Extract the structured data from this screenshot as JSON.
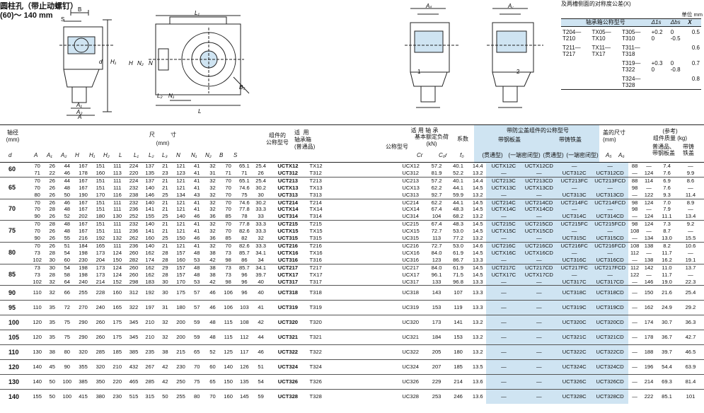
{
  "title": {
    "line1": "圆柱孔（带止动螺钉）",
    "line2": "(60)～ 140 mm"
  },
  "spec": {
    "title": "及两槽侧面的对称度公差(X)",
    "unit_label": "单位  mm",
    "col_model": "轴承箱公称型号",
    "col_as": "Δ1s",
    "col_bs": "Δbs",
    "col_x": "X",
    "rows": [
      {
        "a": "T204—\nT210",
        "b": "TX05—\nTX10",
        "c": "T305—\nT310",
        "as": "+0.2\n0",
        "bs": "0\n-0.5",
        "x": "0.5"
      },
      {
        "a": "T211—\nT217",
        "b": "TX11—\nTX17",
        "c": "T311—\nT318",
        "as": "",
        "bs": "",
        "x": "0.6"
      },
      {
        "a": "",
        "b": "",
        "c": "T319—\nT322",
        "as": "+0.3\n0",
        "bs": "0\n-0.8",
        "x": "0.7"
      },
      {
        "a": "",
        "b": "",
        "c": "T324—\nT328",
        "as": "",
        "bs": "",
        "x": "0.8"
      }
    ]
  },
  "diagram_labels": {
    "S": "S",
    "B": "B",
    "d": "d",
    "H1": "H₁",
    "A1": "A₁",
    "A2": "A₂",
    "A": "A",
    "L1": "L₁",
    "H": "H",
    "N2": "N₂",
    "N": "N",
    "L2": "L₂",
    "N1": "N₁",
    "L": "L",
    "B5": "B₅",
    "AS": "Aₛ",
    "AC": "A꜀",
    "l1": "1",
    "l2": "2"
  },
  "header": {
    "shaft_dia": "轴径\n(mm)",
    "d": "d",
    "dims": "尺          寸\n(mm)",
    "cols": [
      "A",
      "A₁",
      "A₂",
      "H",
      "H₁",
      "H₂",
      "L",
      "L₁",
      "L₂",
      "L₃",
      "N",
      "N₁",
      "N₂",
      "B",
      "S"
    ],
    "unit_model": "组件的\n公称型号",
    "housing": "适  用\n轴承箱\n(普通品)",
    "bearing_title": "适  用  轴  承",
    "bearing_model": "公称型号",
    "load_title": "基本额定负荷\n(kN)",
    "cr": "Cr",
    "cor": "C₀r",
    "f0_title": "系数",
    "f0": "f₀",
    "cover_title": "带防尘盖组件的公称型号",
    "steel": "带钢板盖",
    "cast": "带铸铁盖",
    "through": "(贯通型)",
    "closed": "(一端密闭型)",
    "cover_dims": "盖的尺寸\n(mm)",
    "a5": "A₅",
    "a6": "A₆",
    "mass_title": "(参考)\n组件质量 (kg)",
    "normal": "普通品、\n带钢板盖",
    "castcover": "带铸\n铁盖"
  },
  "groups": [
    {
      "d": "60",
      "rows": [
        [
          "70",
          "26",
          "44",
          "167",
          "151",
          "111",
          "224",
          "137",
          "21",
          "121",
          "41",
          "32",
          "70",
          "65.1",
          "25.4",
          "UCTX12",
          "TX12",
          "UCX12",
          "57.2",
          "40.1",
          "14.4",
          "UCTX12C",
          "UCTX12CD",
          "—",
          "—",
          "88",
          "—",
          "7.4",
          "—"
        ],
        [
          "71",
          "22",
          "46",
          "178",
          "160",
          "113",
          "220",
          "135",
          "23",
          "123",
          "41",
          "31",
          "71",
          "71",
          "26",
          "UCT312",
          "T312",
          "UC312",
          "81.9",
          "52.2",
          "13.2",
          "—",
          "—",
          "UCT312C",
          "UCT312CD",
          "—",
          "124",
          "7.6",
          "9.9"
        ]
      ]
    },
    {
      "d": "65",
      "rows": [
        [
          "70",
          "26",
          "44",
          "167",
          "151",
          "111",
          "224",
          "137",
          "21",
          "121",
          "41",
          "32",
          "70",
          "65.1",
          "25.4",
          "UCT213",
          "T213",
          "UC213",
          "57.2",
          "40.1",
          "14.4",
          "UCT213C",
          "UCT213CD",
          "UCT213FC",
          "UCT213FCD",
          "88",
          "114",
          "6.9",
          "8.6"
        ],
        [
          "70",
          "26",
          "48",
          "167",
          "151",
          "111",
          "232",
          "140",
          "21",
          "121",
          "41",
          "32",
          "70",
          "74.6",
          "30.2",
          "UCTX13",
          "TX13",
          "UCX13",
          "62.2",
          "44.1",
          "14.5",
          "UCTX13C",
          "UCTX13CD",
          "—",
          "—",
          "98",
          "—",
          "7.6",
          "—"
        ],
        [
          "80",
          "26",
          "50",
          "190",
          "170",
          "116",
          "238",
          "146",
          "25",
          "134",
          "43",
          "32",
          "70",
          "75",
          "30",
          "UCT313",
          "T313",
          "UC313",
          "92.7",
          "59.9",
          "13.2",
          "—",
          "—",
          "UCT313C",
          "UCT313CD",
          "—",
          "122",
          "9.3",
          "11.4"
        ]
      ]
    },
    {
      "d": "70",
      "rows": [
        [
          "70",
          "26",
          "46",
          "167",
          "151",
          "111",
          "232",
          "140",
          "21",
          "121",
          "41",
          "32",
          "70",
          "74.6",
          "30.2",
          "UCT214",
          "T214",
          "UC214",
          "62.2",
          "44.1",
          "14.5",
          "UCT214C",
          "UCT214CD",
          "UCT214FC",
          "UCT214FCD",
          "98",
          "124",
          "7.0",
          "8.9"
        ],
        [
          "70",
          "28",
          "48",
          "167",
          "151",
          "111",
          "236",
          "141",
          "21",
          "121",
          "41",
          "32",
          "70",
          "77.8",
          "33.3",
          "UCTX14",
          "TX14",
          "UCX14",
          "67.4",
          "48.3",
          "14.5",
          "UCTX14C",
          "UCTX14CD",
          "—",
          "—",
          "98",
          "—",
          "7.9",
          "—"
        ],
        [
          "90",
          "26",
          "52",
          "202",
          "180",
          "130",
          "252",
          "155",
          "25",
          "140",
          "46",
          "36",
          "85",
          "78",
          "33",
          "UCT314",
          "T314",
          "UC314",
          "104",
          "68.2",
          "13.2",
          "—",
          "—",
          "UCT314C",
          "UCT314CD",
          "—",
          "124",
          "11.1",
          "13.4"
        ]
      ]
    },
    {
      "d": "75",
      "rows": [
        [
          "70",
          "28",
          "48",
          "167",
          "151",
          "111",
          "232",
          "140",
          "21",
          "121",
          "41",
          "32",
          "70",
          "77.8",
          "33.3",
          "UCT215",
          "T215",
          "UC215",
          "67.4",
          "48.3",
          "14.5",
          "UCT215C",
          "UCT215CD",
          "UCT215FC",
          "UCT215FCD",
          "98",
          "124",
          "7.3",
          "9.2"
        ],
        [
          "70",
          "26",
          "48",
          "167",
          "151",
          "111",
          "236",
          "141",
          "21",
          "121",
          "41",
          "32",
          "70",
          "82.6",
          "33.3",
          "UCTX15",
          "TX15",
          "UCX15",
          "72.7",
          "53.0",
          "14.5",
          "UCTX15C",
          "UCTX15CD",
          "—",
          "—",
          "108",
          "—",
          "8.7",
          "—"
        ],
        [
          "90",
          "26",
          "55",
          "216",
          "192",
          "132",
          "262",
          "160",
          "25",
          "150",
          "46",
          "36",
          "85",
          "82",
          "32",
          "UCT315",
          "T315",
          "UC315",
          "113",
          "77.2",
          "13.2",
          "—",
          "—",
          "UCT315C",
          "UCT315CD",
          "—",
          "134",
          "13.0",
          "15.5"
        ]
      ]
    },
    {
      "d": "80",
      "rows": [
        [
          "70",
          "26",
          "51",
          "184",
          "165",
          "111",
          "236",
          "140",
          "21",
          "121",
          "41",
          "32",
          "70",
          "82.6",
          "33.3",
          "UCT216",
          "T216",
          "UC216",
          "72.7",
          "53.0",
          "14.6",
          "UCT216C",
          "UCT216CD",
          "UCT216FC",
          "UCT216FCD",
          "108",
          "138",
          "8.2",
          "10.6"
        ],
        [
          "73",
          "28",
          "54",
          "198",
          "173",
          "124",
          "260",
          "162",
          "28",
          "157",
          "48",
          "38",
          "73",
          "85.7",
          "34.1",
          "UCTX16",
          "TX16",
          "UCX16",
          "84.0",
          "61.9",
          "14.5",
          "UCTX16C",
          "UCTX16CD",
          "—",
          "—",
          "112",
          "—",
          "11.7",
          "—"
        ],
        [
          "102",
          "30",
          "60",
          "230",
          "204",
          "150",
          "282",
          "174",
          "28",
          "160",
          "53",
          "42",
          "98",
          "86",
          "34",
          "UCT316",
          "T316",
          "UC316",
          "123",
          "86.7",
          "13.3",
          "—",
          "—",
          "UCT316C",
          "UCT316CD",
          "—",
          "138",
          "16.2",
          "19.1"
        ]
      ]
    },
    {
      "d": "85",
      "rows": [
        [
          "73",
          "30",
          "54",
          "198",
          "173",
          "124",
          "260",
          "162",
          "29",
          "157",
          "48",
          "38",
          "73",
          "85.7",
          "34.1",
          "UCT217",
          "T217",
          "UC217",
          "84.0",
          "61.9",
          "14.5",
          "UCT217C",
          "UCT217CD",
          "UCT217FC",
          "UCT217FCD",
          "112",
          "142",
          "11.0",
          "13.7"
        ],
        [
          "73",
          "28",
          "58",
          "198",
          "173",
          "124",
          "260",
          "162",
          "28",
          "157",
          "48",
          "38",
          "73",
          "96",
          "39.7",
          "UCTX17",
          "TX17",
          "UCX17",
          "96.1",
          "71.5",
          "14.5",
          "UCTX17C",
          "UCTX17CD",
          "—",
          "—",
          "122",
          "—",
          "11.7",
          "—"
        ],
        [
          "102",
          "32",
          "64",
          "240",
          "214",
          "152",
          "298",
          "183",
          "30",
          "170",
          "53",
          "42",
          "98",
          "96",
          "40",
          "UCT317",
          "T317",
          "UC317",
          "133",
          "96.8",
          "13.3",
          "—",
          "—",
          "UCT317C",
          "UCT317CD",
          "—",
          "146",
          "19.0",
          "22.3"
        ]
      ]
    },
    {
      "d": "90",
      "rows": [
        [
          "110",
          "32",
          "66",
          "255",
          "228",
          "160",
          "312",
          "192",
          "30",
          "175",
          "57",
          "46",
          "106",
          "96",
          "40",
          "UCT318",
          "T318",
          "UC318",
          "143",
          "107",
          "13.3",
          "—",
          "—",
          "UCT318C",
          "UCT318CD",
          "—",
          "150",
          "21.6",
          "25.4"
        ]
      ]
    },
    {
      "d": "95",
      "rows": [
        [
          "110",
          "35",
          "72",
          "270",
          "240",
          "165",
          "322",
          "197",
          "31",
          "180",
          "57",
          "46",
          "106",
          "103",
          "41",
          "UCT319",
          "T319",
          "UC319",
          "153",
          "119",
          "13.3",
          "—",
          "—",
          "UCT319C",
          "UCT319CD",
          "—",
          "162",
          "24.9",
          "29.2"
        ]
      ]
    },
    {
      "d": "100",
      "rows": [
        [
          "120",
          "35",
          "75",
          "290",
          "260",
          "175",
          "345",
          "210",
          "32",
          "200",
          "59",
          "48",
          "115",
          "108",
          "42",
          "UCT320",
          "T320",
          "UC320",
          "173",
          "141",
          "13.2",
          "—",
          "—",
          "UCT320C",
          "UCT320CD",
          "—",
          "174",
          "30.7",
          "36.3"
        ]
      ]
    },
    {
      "d": "105",
      "rows": [
        [
          "120",
          "35",
          "75",
          "290",
          "260",
          "175",
          "345",
          "210",
          "32",
          "200",
          "59",
          "48",
          "115",
          "112",
          "44",
          "UCT321",
          "T321",
          "UC321",
          "184",
          "153",
          "13.2",
          "—",
          "—",
          "UCT321C",
          "UCT321CD",
          "—",
          "178",
          "36.7",
          "42.7"
        ]
      ]
    },
    {
      "d": "110",
      "rows": [
        [
          "130",
          "38",
          "80",
          "320",
          "285",
          "185",
          "385",
          "235",
          "38",
          "215",
          "65",
          "52",
          "125",
          "117",
          "46",
          "UCT322",
          "T322",
          "UC322",
          "205",
          "180",
          "13.2",
          "—",
          "—",
          "UCT322C",
          "UCT322CD",
          "—",
          "188",
          "39.7",
          "46.5"
        ]
      ]
    },
    {
      "d": "120",
      "rows": [
        [
          "140",
          "45",
          "90",
          "355",
          "320",
          "210",
          "432",
          "267",
          "42",
          "230",
          "70",
          "60",
          "140",
          "126",
          "51",
          "UCT324",
          "T324",
          "UC324",
          "207",
          "185",
          "13.5",
          "—",
          "—",
          "UCT324C",
          "UCT324CD",
          "—",
          "196",
          "54.4",
          "63.9"
        ]
      ]
    },
    {
      "d": "130",
      "rows": [
        [
          "140",
          "50",
          "100",
          "385",
          "350",
          "220",
          "465",
          "285",
          "42",
          "250",
          "75",
          "65",
          "150",
          "135",
          "54",
          "UCT326",
          "T326",
          "UC326",
          "229",
          "214",
          "13.6",
          "—",
          "—",
          "UCT326C",
          "UCT326CD",
          "—",
          "214",
          "69.3",
          "81.4"
        ]
      ]
    },
    {
      "d": "140",
      "rows": [
        [
          "155",
          "50",
          "100",
          "415",
          "380",
          "230",
          "515",
          "315",
          "50",
          "255",
          "80",
          "70",
          "160",
          "145",
          "59",
          "UCT328",
          "T328",
          "UC328",
          "253",
          "246",
          "13.6",
          "—",
          "—",
          "UCT328C",
          "UCT328CD",
          "—",
          "222",
          "85.1",
          "101"
        ]
      ]
    }
  ]
}
